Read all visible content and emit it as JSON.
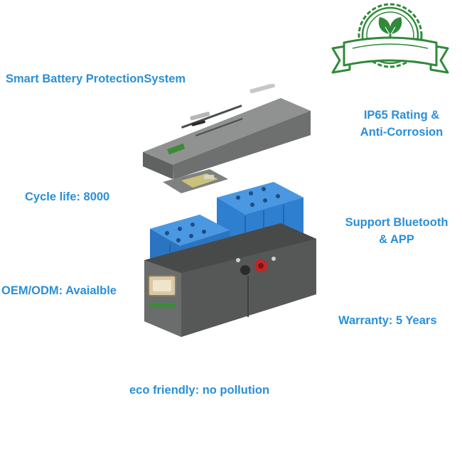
{
  "colors": {
    "feature_text": "#2a8fd8",
    "badge_green": "#2f8a3a",
    "cell_blue": "#2f7fd0",
    "case_gray": "#5d605f"
  },
  "badge": {
    "icon": "leaf-badge-icon"
  },
  "product": {
    "image": "exploded-battery-pack-illustration"
  },
  "features": {
    "bms": "Smart Battery ProtectionSystem",
    "ip65_line1": "IP65 Rating &",
    "ip65_line2": "Anti-Corrosion",
    "cycle": "Cycle life: 8000",
    "bt_line1": "Support Bluetooth",
    "bt_line2": "& APP",
    "oem": "OEM/ODM: Avaialble",
    "warranty": "Warranty: 5 Years",
    "eco": "eco friendly: no pollution"
  }
}
